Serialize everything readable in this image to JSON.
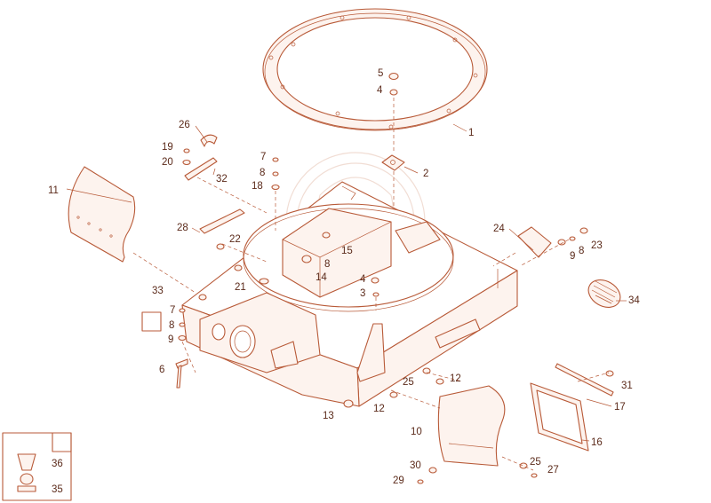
{
  "colors": {
    "line": "#b85a38",
    "label": "#5b2a1a",
    "watermark": "#f1ddd4",
    "background": "#ffffff"
  },
  "labels": {
    "p1": "1",
    "p2": "2",
    "p3": "3",
    "p4a": "4",
    "p4b": "4",
    "p5": "5",
    "p6": "6",
    "p7a": "7",
    "p7b": "7",
    "p8a": "8",
    "p8b": "8",
    "p8c": "8",
    "p8d": "8",
    "p9a": "9",
    "p9b": "9",
    "p10": "10",
    "p11": "11",
    "p12a": "12",
    "p12b": "12",
    "p13": "13",
    "p14": "14",
    "p15": "15",
    "p16": "16",
    "p17": "17",
    "p18": "18",
    "p19": "19",
    "p20": "20",
    "p21": "21",
    "p22": "22",
    "p23": "23",
    "p24": "24",
    "p25a": "25",
    "p25b": "25",
    "p26": "26",
    "p27": "27",
    "p28": "28",
    "p29": "29",
    "p30": "30",
    "p31": "31",
    "p32": "32",
    "p33": "33",
    "p34": "34",
    "p35": "35",
    "p36": "36"
  }
}
